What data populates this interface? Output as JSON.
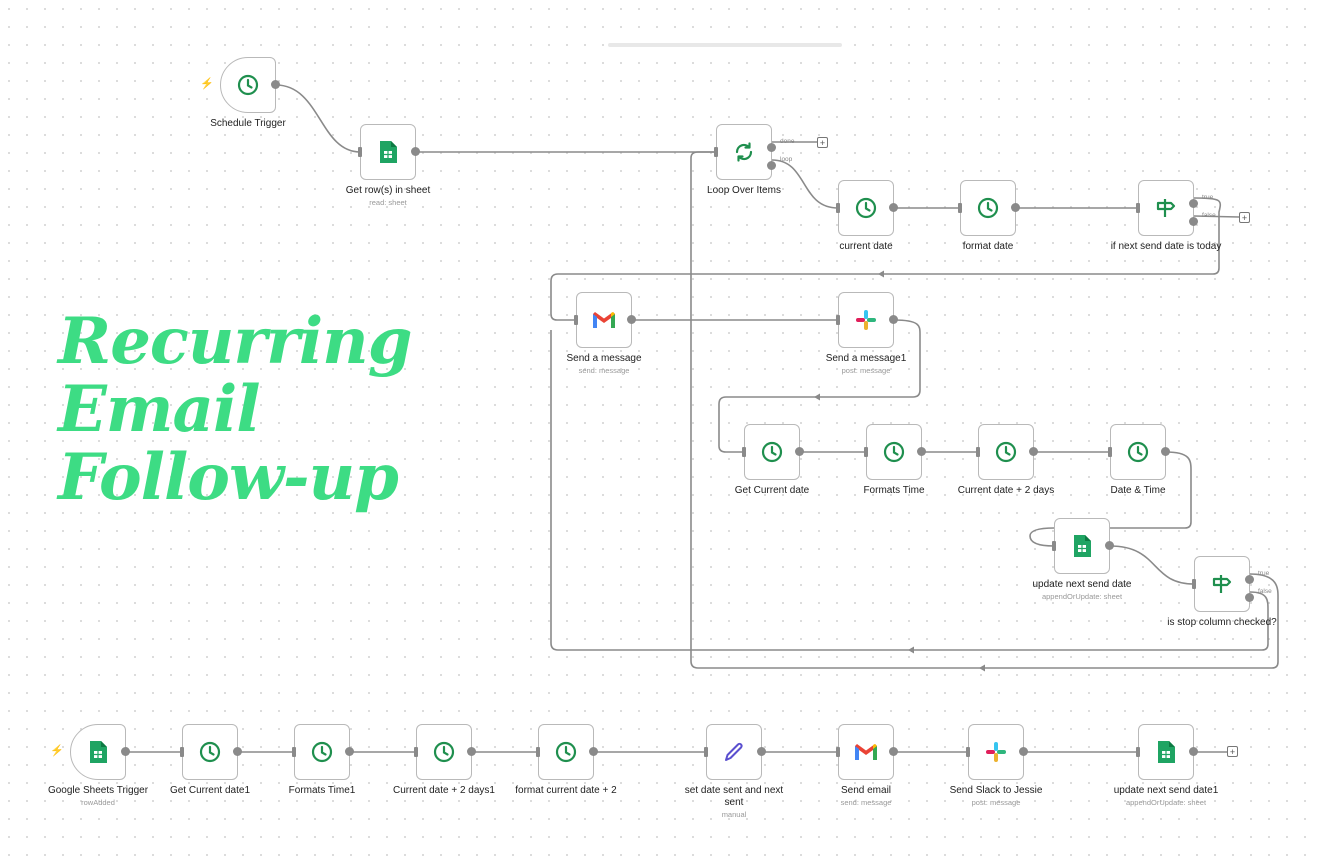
{
  "title_lines": [
    "Recurring",
    "Email",
    "Follow-up"
  ],
  "colors": {
    "accent": "#3ddc84",
    "trigger_bolt": "#ff6d5a",
    "wire": "#8a8a8a"
  },
  "icons": {
    "bolt": "⚡",
    "plus": "+"
  },
  "nodes": [
    {
      "id": "schedule",
      "label": "Schedule Trigger",
      "icon": "clock-icon",
      "trigger": true
    },
    {
      "id": "getrows",
      "label": "Get row(s) in sheet",
      "sub": "read: sheet",
      "icon": "sheets-icon"
    },
    {
      "id": "loop",
      "label": "Loop Over Items",
      "icon": "loop-icon",
      "ports": [
        "done",
        "loop"
      ]
    },
    {
      "id": "curdate",
      "label": "current date",
      "icon": "clock-icon"
    },
    {
      "id": "fmtdate",
      "label": "format date",
      "icon": "clock-icon"
    },
    {
      "id": "ifnext",
      "label": "if next send date is today",
      "icon": "if-icon",
      "ports": [
        "true",
        "false"
      ]
    },
    {
      "id": "sendmsg",
      "label": "Send a message",
      "sub": "send: message",
      "icon": "gmail-icon"
    },
    {
      "id": "sendmsg1",
      "label": "Send a message1",
      "sub": "post: message",
      "icon": "slack-icon"
    },
    {
      "id": "getcur",
      "label": "Get Current date",
      "icon": "clock-icon"
    },
    {
      "id": "fmttime",
      "label": "Formats Time",
      "icon": "clock-icon"
    },
    {
      "id": "cur2",
      "label": "Current date + 2 days",
      "icon": "clock-icon"
    },
    {
      "id": "datetime",
      "label": "Date & Time",
      "icon": "clock-icon"
    },
    {
      "id": "updnext",
      "label": "update next send date",
      "sub": "appendOrUpdate: sheet",
      "icon": "sheets-icon"
    },
    {
      "id": "isstop",
      "label": "is stop column checked?",
      "icon": "if-icon",
      "ports": [
        "true",
        "false"
      ]
    },
    {
      "id": "gstrig",
      "label": "Google Sheets Trigger",
      "sub": "rowAdded",
      "icon": "sheets-icon",
      "trigger": true
    },
    {
      "id": "getcur1",
      "label": "Get Current date1",
      "icon": "clock-icon"
    },
    {
      "id": "fmttime1",
      "label": "Formats Time1",
      "icon": "clock-icon"
    },
    {
      "id": "cur2b",
      "label": "Current date + 2 days1",
      "icon": "clock-icon"
    },
    {
      "id": "fmtcur2",
      "label": "format current date + 2",
      "icon": "clock-icon"
    },
    {
      "id": "setdate",
      "label": "set date sent and next sent",
      "sub": "manual",
      "icon": "pen-icon"
    },
    {
      "id": "sendemail",
      "label": "Send email",
      "sub": "send: message",
      "icon": "gmail-icon"
    },
    {
      "id": "slackjess",
      "label": "Send Slack to Jessie",
      "sub": "post: message",
      "icon": "slack-icon"
    },
    {
      "id": "updnext1",
      "label": "update next send date1",
      "sub": "appendOrUpdate: sheet",
      "icon": "sheets-icon"
    }
  ]
}
